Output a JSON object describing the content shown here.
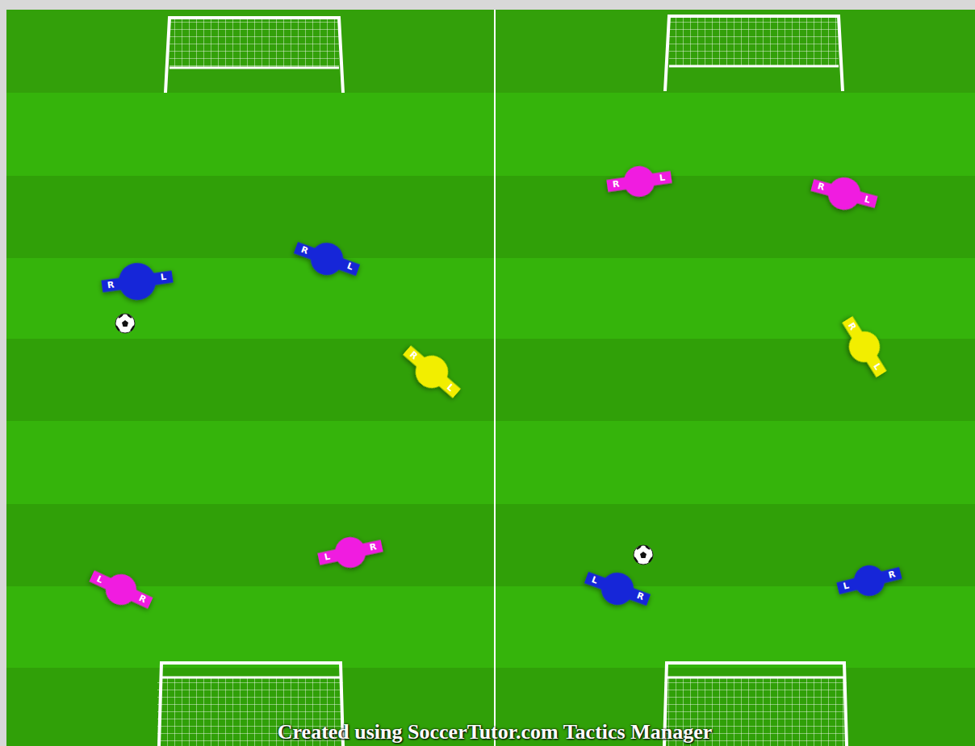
{
  "diagram": {
    "labels": [
      "R",
      "L",
      "R",
      "L",
      "R",
      "L",
      "L",
      "R",
      "L",
      "R",
      "R",
      "L",
      "R",
      "L",
      "R",
      "L",
      "L",
      "R",
      "L",
      "R",
      "Created using SoccerTutor.com Tactics Manager"
    ]
  }
}
